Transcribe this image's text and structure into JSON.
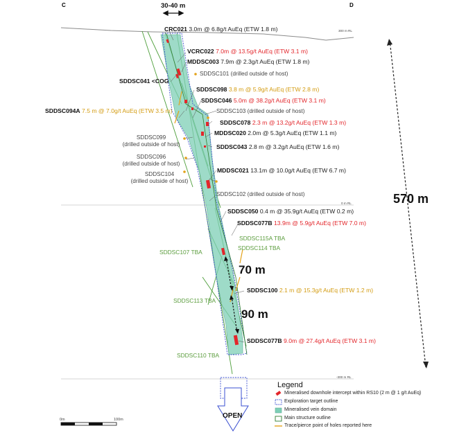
{
  "section": {
    "left_label": "C",
    "right_label": "D"
  },
  "elevations": {
    "rl_300": "300 m RL",
    "rl_0": "0 m RL",
    "rl_minus300": "-300 m RL"
  },
  "dimensions": {
    "width": "30-40 m",
    "total_depth": "570 m",
    "gap_upper": "70 m",
    "gap_lower": "90 m"
  },
  "open_label": "OPEN",
  "scale_bar": {
    "start": "0m",
    "end": "100m"
  },
  "intercepts": [
    {
      "hole": "CRC021",
      "text": "3.0m @ 6.8g/t AuEq (ETW 1.8 m)",
      "color": "black"
    },
    {
      "hole": "VCRC022",
      "text": "7.0m @ 13.5g/t AuEq (ETW 3.1 m)",
      "color": "red"
    },
    {
      "hole": "MDDSC003",
      "text": "7.9m @ 2.3g/t AuEq (ETW 1.8 m)",
      "color": "black"
    },
    {
      "hole": "SDDSC098",
      "text": "3.8 m @ 5.9g/t AuEq (ETW 2.8 m)",
      "color": "orange"
    },
    {
      "hole": "SDDSC046",
      "text": "5.0m @ 38.2g/t AuEq (ETW 3.1 m)",
      "color": "red"
    },
    {
      "hole": "SDDSC094A",
      "text": "7.5 m @ 7.0g/t AuEq (ETW 3.5 m)",
      "color": "orange"
    },
    {
      "hole": "SDDSC078",
      "text": "2.3 m @ 13.2g/t AuEq (ETW 1.3 m)",
      "color": "red"
    },
    {
      "hole": "MDDSC020",
      "text": "2.0m @ 5.3g/t AuEq (ETW 1.1 m)",
      "color": "black"
    },
    {
      "hole": "SDDSC043",
      "text": "2.8 m @ 3.2g/t AuEq (ETW 1.6 m)",
      "color": "black"
    },
    {
      "hole": "MDDSC021",
      "text": "13.1m @ 10.0g/t AuEq (ETW 6.7 m)",
      "color": "black"
    },
    {
      "hole": "SDDSC050",
      "text": "0.4 m @ 35.9g/t AuEq (ETW 0.2 m)",
      "color": "black"
    },
    {
      "hole": "SDDSC077B",
      "text": "13.9m @ 5.9g/t AuEq (ETW 7.0 m)",
      "color": "red"
    },
    {
      "hole": "SDDSC100",
      "text": "2.1 m @ 15.3g/t AuEq (ETW 1.2 m)",
      "color": "orange"
    },
    {
      "hole": "SDDSC077B",
      "text": "9.0m @ 27.4g/t AuEq (ETW 3.1 m)",
      "color": "red"
    }
  ],
  "other_holes": {
    "sddsc041": "SDDSC041 <COG",
    "sddsc101": "SDDSC101 (drilled outside of host)",
    "sddsc103": "SDDSC103 (drilled outside of host)",
    "sddsc102": "SDDSC102 (drilled outside of host)",
    "sddsc099": [
      "SDDSC099",
      "(drilled outside of host)"
    ],
    "sddsc096": [
      "SDDSC096",
      "(drilled outside of host)"
    ],
    "sddsc104": [
      "SDDSC104",
      "(drilled outside of host)"
    ]
  },
  "tba_holes": [
    "SDDSC115A TBA",
    "SDDSC114 TBA",
    "SDDSC107 TBA",
    "SDDSC113 TBA",
    "SDDSC110 TBA"
  ],
  "legend": {
    "title": "Legend",
    "items": [
      "Mineralised downhole intercept within RS10 (2 m @ 1 g/t AuEq)",
      "Exploration target outline",
      "Mineralised vein domain",
      "Main structure outline",
      "Trace/pierce point of holes reported here"
    ]
  },
  "colors": {
    "red": "#e3262b",
    "orange": "#d39b10",
    "green_text": "#5a9c3c",
    "vein_fill": "#7dcfb6",
    "target_outline": "#3a4fd0",
    "structure_outline": "#3c9a3c"
  }
}
